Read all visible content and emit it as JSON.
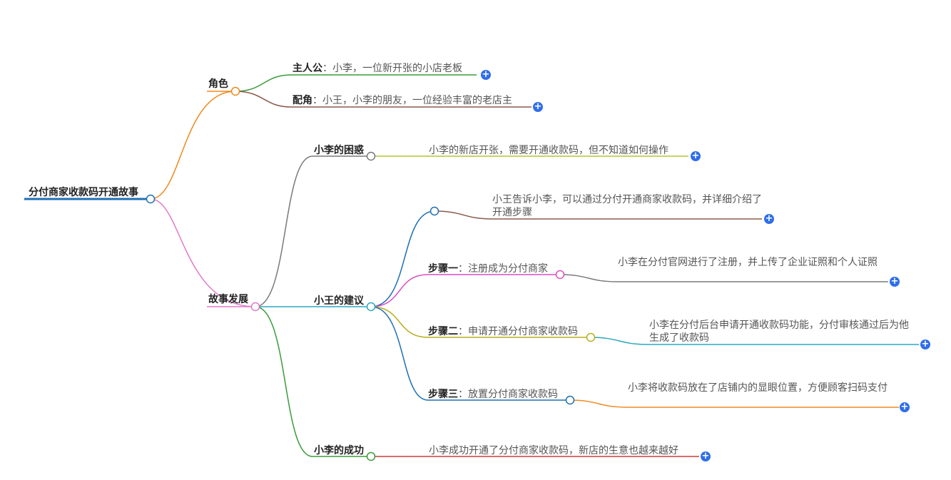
{
  "root": {
    "label": "分付商家收款码开通故事"
  },
  "roles": {
    "label": "角色",
    "protagonist": {
      "key": "主人公",
      "value": "小李，一位新开张的小店老板"
    },
    "supporting": {
      "key": "配角",
      "value": "小王，小李的朋友，一位经验丰富的老店主"
    }
  },
  "story": {
    "label": "故事发展",
    "confusion": {
      "label": "小李的困惑",
      "detail": "小李的新店开张，需要开通收款码，但不知道如何操作"
    },
    "advice": {
      "label": "小王的建议",
      "intro": "小王告诉小李，可以通过分付开通商家收款码，并详细介绍了开通步骤",
      "step1": {
        "key": "步骤一",
        "value": "注册成为分付商家",
        "detail": "小李在分付官网进行了注册，并上传了企业证照和个人证照"
      },
      "step2": {
        "key": "步骤二",
        "value": "申请开通分付商家收款码",
        "detail": "小李在分付后台申请开通收款码功能，分付审核通过后为他生成了收款码"
      },
      "step3": {
        "key": "步骤三",
        "value": "放置分付商家收款码",
        "detail": "小李将收款码放在了店铺内的显眼位置，方便顾客扫码支付"
      }
    },
    "success": {
      "label": "小李的成功",
      "detail": "小李成功开通了分付商家收款码，新店的生意也越来越好"
    }
  },
  "ui": {
    "expand_symbol": "+"
  },
  "colors": {
    "root_line": "#1f6fb2",
    "roles_branch": "#ef8a1c",
    "story_branch": "#e07ac8",
    "protagonist_line": "#3a9b3a",
    "supporting_line": "#8b5a4a",
    "confusion_branch": "#7a7a7a",
    "confusion_line": "#b6c62b",
    "advice_branch": "#2aa8c0",
    "success_branch": "#3a9b3a",
    "success_line": "#d23a3a",
    "intro_branch": "#1f6fb2",
    "intro_line": "#8b5a4a",
    "step1_branch": "#d94fc3",
    "step1_line": "#7a7a7a",
    "step2_branch": "#b8ae1a",
    "step2_line": "#2aa8c0",
    "step3_branch": "#1f6fb2",
    "step3_line": "#ef8a1c",
    "expand_button": "#2f6ee8"
  }
}
